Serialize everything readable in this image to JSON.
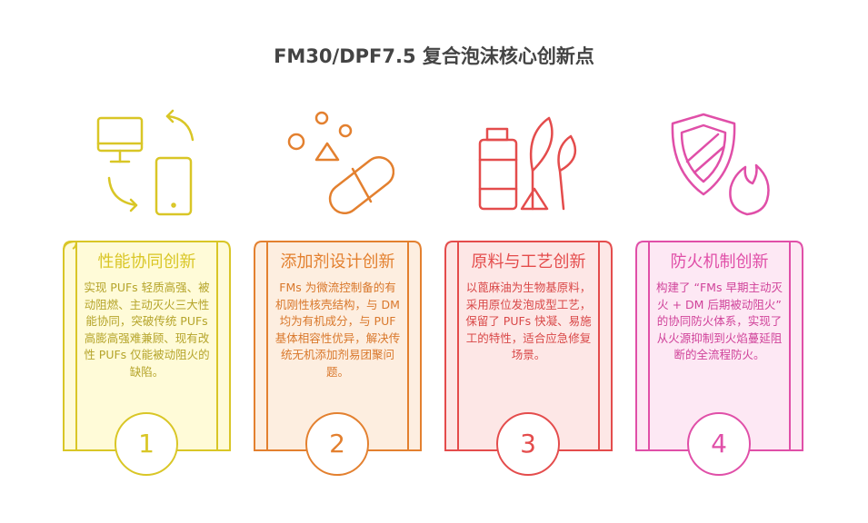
{
  "title": "FM30/DPF7.5 复合泡沫核心创新点",
  "cards": [
    {
      "heading": "性能协同创新",
      "body": "实现 PUFs 轻质高强、被动阻燃、主动灭火三大性能协同，突破传统 PUFs 高膨高强难兼顾、现有改性 PUFs 仅能被动阻火的缺陷。",
      "number": "1",
      "icon": "computer-phone-sync-icon",
      "color": "#d9c626",
      "text": "#b5a42a",
      "bg": "#fffbd8"
    },
    {
      "heading": "添加剂设计创新",
      "body": "FMs 为微流控制备的有机刚性核壳结构，与 DM 均为有机成分，与 PUF 基体相容性优异，解决传统无机添加剂易团聚问题。",
      "number": "2",
      "icon": "capsule-particles-icon",
      "color": "#e3802f",
      "text": "#d9782c",
      "bg": "#fdeee0"
    },
    {
      "heading": "原料与工艺创新",
      "body": "以蓖麻油为生物基原料，采用原位发泡成型工艺，保留了 PUFs 快凝、易施工的特性，适合应急修复场景。",
      "number": "3",
      "icon": "bottle-leaf-icon",
      "color": "#e44c4c",
      "text": "#d94848",
      "bg": "#fde7e6"
    },
    {
      "heading": "防火机制创新",
      "body": "构建了 “FMs 早期主动灭火 + DM 后期被动阻火” 的协同防火体系，实现了从火源抑制到火焰蔓延阻断的全流程防火。",
      "number": "4",
      "icon": "shield-fire-icon",
      "color": "#e04fa8",
      "text": "#d0439a",
      "bg": "#fde8f4"
    }
  ]
}
